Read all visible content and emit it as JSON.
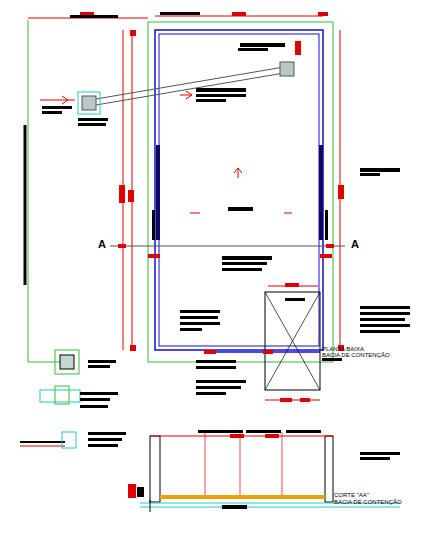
{
  "diagram": {
    "labels": [
      "A",
      "A",
      "PLANTA BAIXA",
      "BACIA DE CONTENÇÃO",
      "CORTE \"AA\"",
      "BACIA DE CONTENÇÃO"
    ]
  }
}
